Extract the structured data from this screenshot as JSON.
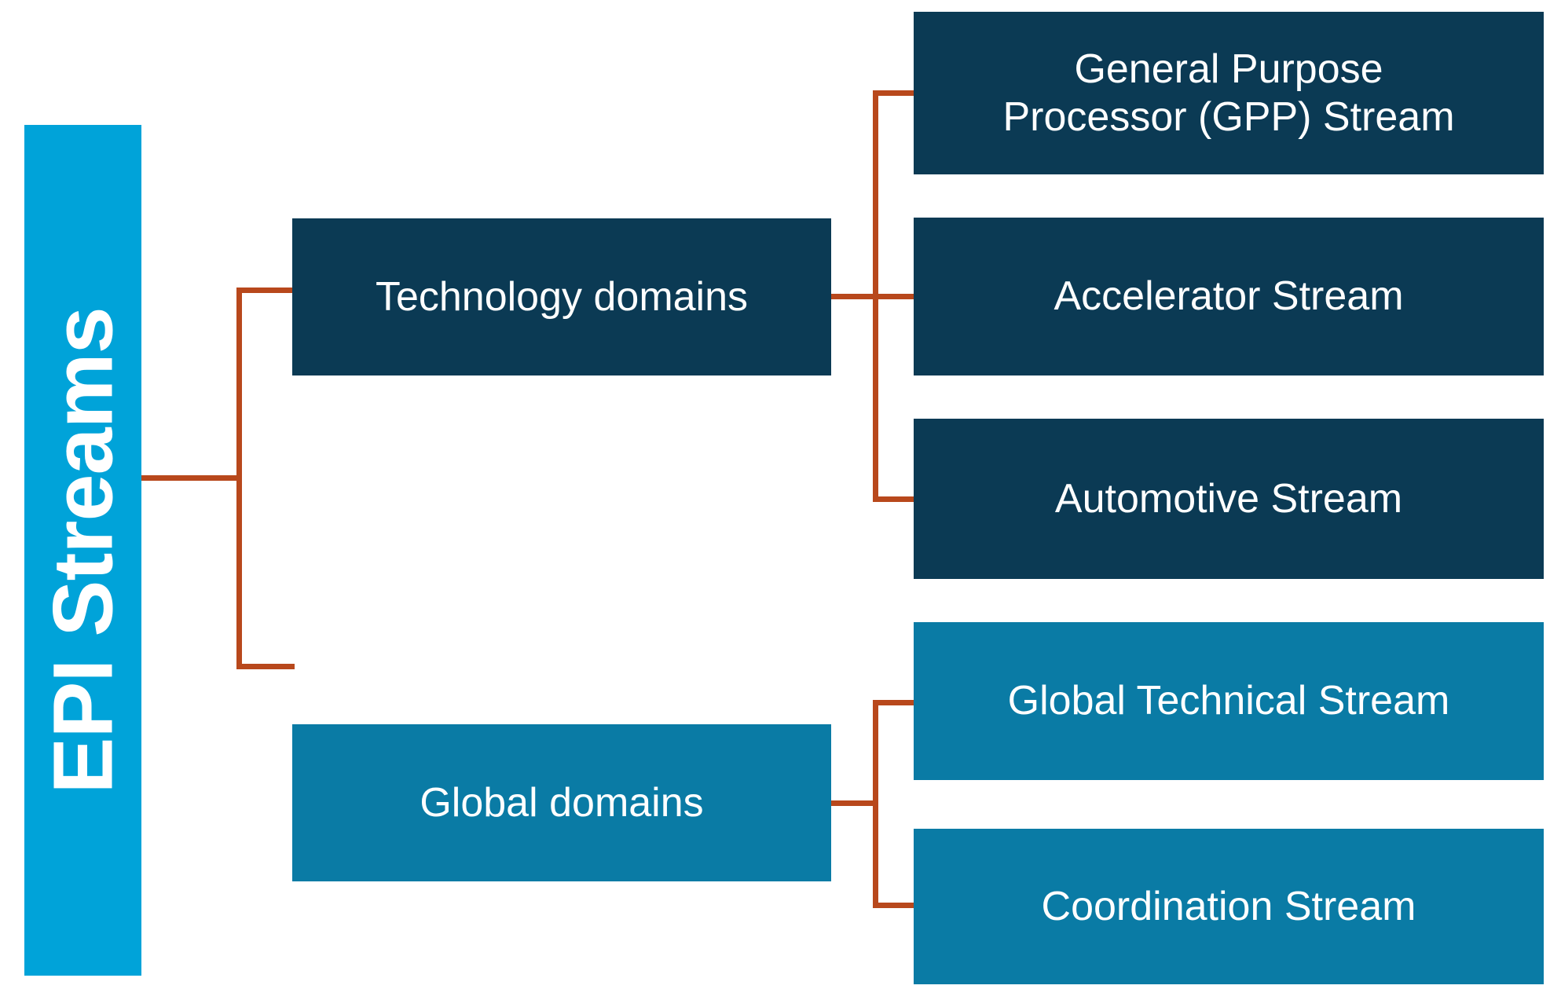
{
  "diagram": {
    "title": "EPI Streams",
    "colors": {
      "root_bar": "#00A3D9",
      "domain_dark": "#0B3A54",
      "domain_mid": "#0A7BA5",
      "connector": "#B8481C",
      "text": "#FFFFFF",
      "background": "#FFFFFF"
    },
    "root": {
      "label": "EPI Streams"
    },
    "branches": [
      {
        "id": "technology-domains",
        "label": "Technology domains",
        "color": "#0B3A54",
        "children": [
          {
            "id": "gpp-stream",
            "label": "General Purpose\nProcessor (GPP) Stream",
            "color": "#0B3A54"
          },
          {
            "id": "accelerator-stream",
            "label": "Accelerator Stream",
            "color": "#0B3A54"
          },
          {
            "id": "automotive-stream",
            "label": "Automotive Stream",
            "color": "#0B3A54"
          }
        ]
      },
      {
        "id": "global-domains",
        "label": "Global domains",
        "color": "#0A7BA5",
        "children": [
          {
            "id": "global-technical-stream",
            "label": "Global Technical Stream",
            "color": "#0A7BA5"
          },
          {
            "id": "coordination-stream",
            "label": "Coordination Stream",
            "color": "#0A7BA5"
          }
        ]
      }
    ]
  }
}
